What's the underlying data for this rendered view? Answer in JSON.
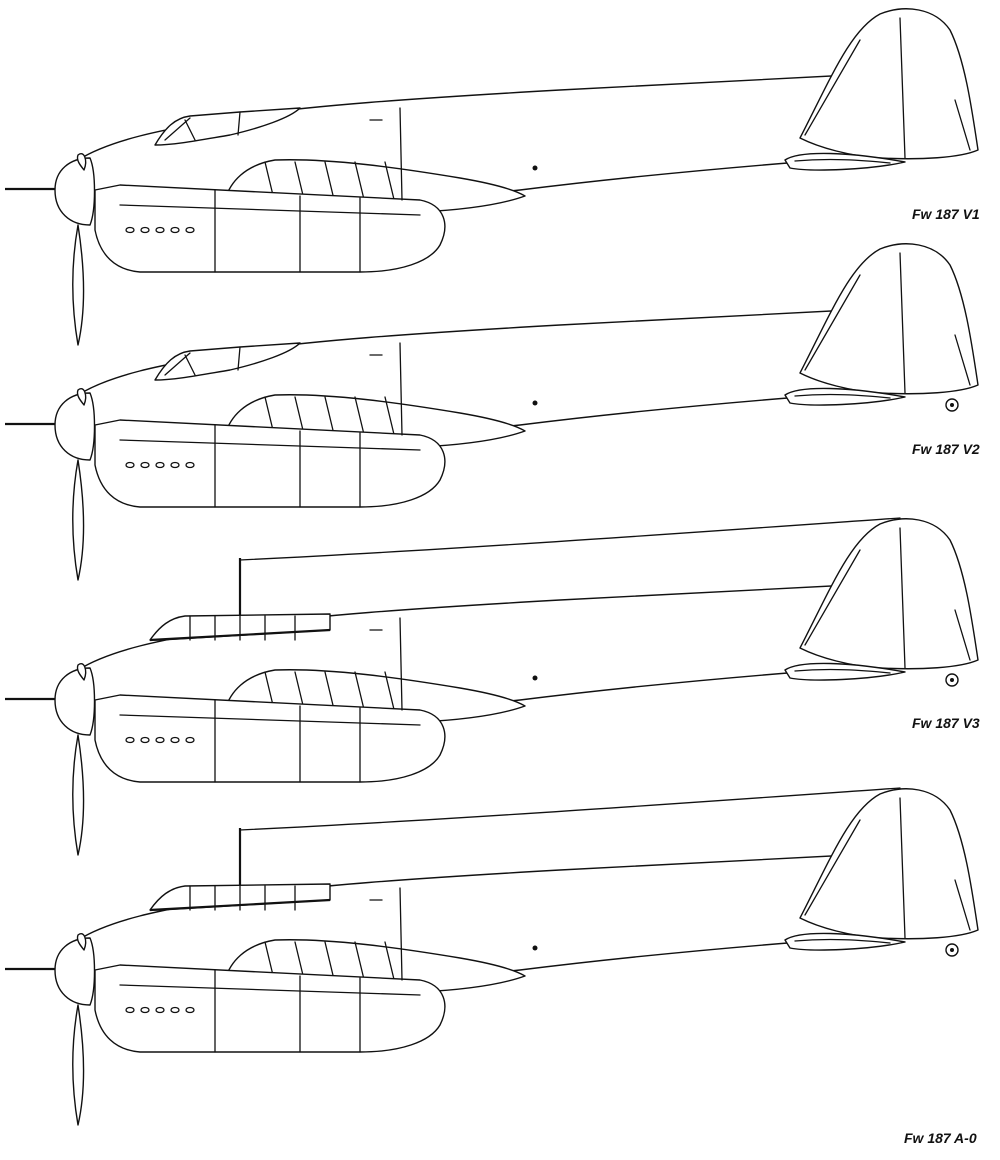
{
  "figure": {
    "colors": {
      "line": "#111111",
      "background": "#ffffff"
    },
    "views": [
      {
        "id": "v1",
        "label": "Fw 187 V1",
        "canopy": "low",
        "mast": false,
        "tail_wheel": false
      },
      {
        "id": "v2",
        "label": "Fw 187 V2",
        "canopy": "low",
        "mast": false,
        "tail_wheel": true
      },
      {
        "id": "v3",
        "label": "Fw 187 V3",
        "canopy": "framed",
        "mast": true,
        "tail_wheel": true
      },
      {
        "id": "a0",
        "label": "Fw 187 A-0",
        "canopy": "framed",
        "mast": true,
        "tail_wheel": true
      }
    ]
  }
}
